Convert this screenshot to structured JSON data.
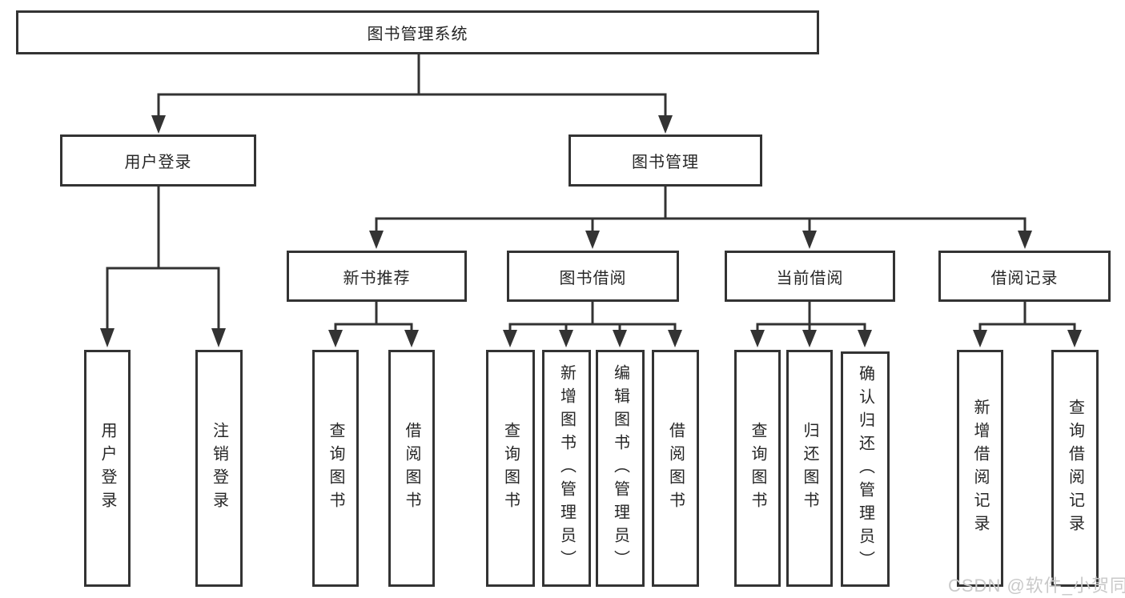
{
  "diagram": {
    "root": "图书管理系统",
    "branches": [
      {
        "label": "用户登录",
        "children": [
          "用户登录",
          "注销登录"
        ]
      },
      {
        "label": "图书管理",
        "children": [
          {
            "label": "新书推荐",
            "children": [
              "查询图书",
              "借阅图书"
            ]
          },
          {
            "label": "图书借阅",
            "children": [
              "查询图书",
              "新增图书（管理员）",
              "编辑图书（管理员）",
              "借阅图书"
            ]
          },
          {
            "label": "当前借阅",
            "children": [
              "查询图书",
              "归还图书",
              "确认归还（管理员）"
            ]
          },
          {
            "label": "借阅记录",
            "children": [
              "新增借阅记录",
              "查询借阅记录"
            ]
          }
        ]
      }
    ]
  },
  "watermark": {
    "text": "CSDN @软件_小贺同学"
  },
  "colors": {
    "line": "#333333",
    "text": "#262626",
    "box_background": "#ffffff",
    "watermark": "#c9c9c9"
  }
}
